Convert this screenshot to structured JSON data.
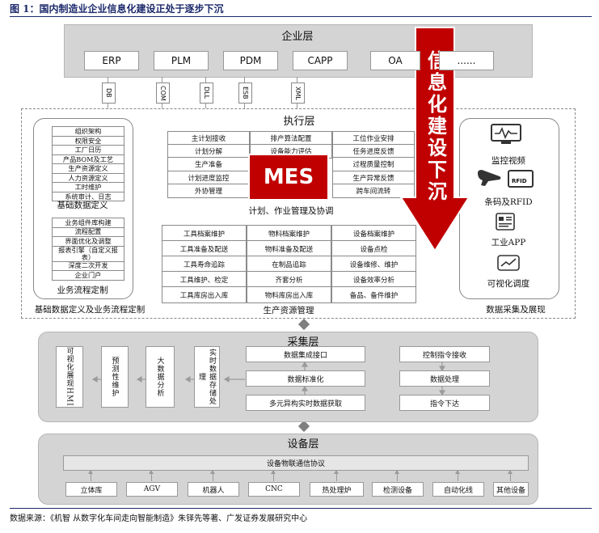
{
  "title": "图 1：国内制造业企业信息化建设正处于逐步下沉",
  "enterprise": {
    "header": "企业层",
    "systems": [
      "ERP",
      "PLM",
      "PDM",
      "CAPP",
      "OA",
      "......"
    ]
  },
  "connectors": [
    "DB",
    "COM",
    "DLL",
    "ESB",
    "XML"
  ],
  "execution": {
    "header": "执行层",
    "left_panel": {
      "group1": [
        "组织架构",
        "权限安全",
        "工厂日历",
        "产品BOM及工艺",
        "生产资源定义",
        "人力资源定义",
        "工时维护",
        "系统审计、日志"
      ],
      "group1_label": "基础数据定义",
      "group2": [
        "业务组件库构建",
        "流程配置",
        "界面优化及调整",
        "报表引擎（自定义报表）",
        "深度二次开发",
        "企业门户"
      ],
      "group2_label": "业务流程定制",
      "caption": "基础数据定义及业务流程定制"
    },
    "mes_label": "MES",
    "plan_grid": [
      [
        "主计划接收",
        "排产算法配置",
        "工位作业安排"
      ],
      [
        "计划分解",
        "设备能力评估",
        "任务进度反馈"
      ],
      [
        "生产准备",
        "",
        "过程质量控制"
      ],
      [
        "计划进度监控",
        "",
        "生产异常反馈"
      ],
      [
        "外协管理",
        "",
        "跨车间流转"
      ]
    ],
    "plan_label": "计划、作业管理及协调",
    "resource_grid": [
      [
        "工具档案维护",
        "物料档案维护",
        "设备档案维护"
      ],
      [
        "工具准备及配送",
        "物料准备及配送",
        "设备点检"
      ],
      [
        "工具寿命追踪",
        "在制品追踪",
        "设备维修、维护"
      ],
      [
        "工具维护、检定",
        "齐套分析",
        "设备效率分析"
      ],
      [
        "工具库房出入库",
        "物料库房出入库",
        "备品、备件维护"
      ]
    ],
    "resource_label": "生产资源管理",
    "right_panel": {
      "items": [
        "监控视频",
        "条码及RFID",
        "工业APP",
        "可视化调度"
      ],
      "rfid_tag": "RFID",
      "caption": "数据采集及展现"
    }
  },
  "sinking_arrow": "信息化建设下沉",
  "collect": {
    "header": "采集层",
    "columns": [
      "可视化展现HMI",
      "预测性维护",
      "大数据分析",
      "实时数据存储处理"
    ],
    "middle": [
      "数据集成接口",
      "数据标准化",
      "多元异构实时数据获取"
    ],
    "right": [
      "控制指令接收",
      "数据处理",
      "指令下达"
    ]
  },
  "device": {
    "header": "设备层",
    "protocol": "设备物联通信协议",
    "items": [
      "立体库",
      "AGV",
      "机器人",
      "CNC",
      "热处理炉",
      "检测设备",
      "自动化线",
      "其他设备"
    ]
  },
  "footer": "数据来源：《机智 从数字化车间走向智能制造》朱铎先等著、广发证券发展研究中心",
  "colors": {
    "arrow": "#c00000",
    "title": "#1c2a6b",
    "panel": "#d4d4d4"
  }
}
